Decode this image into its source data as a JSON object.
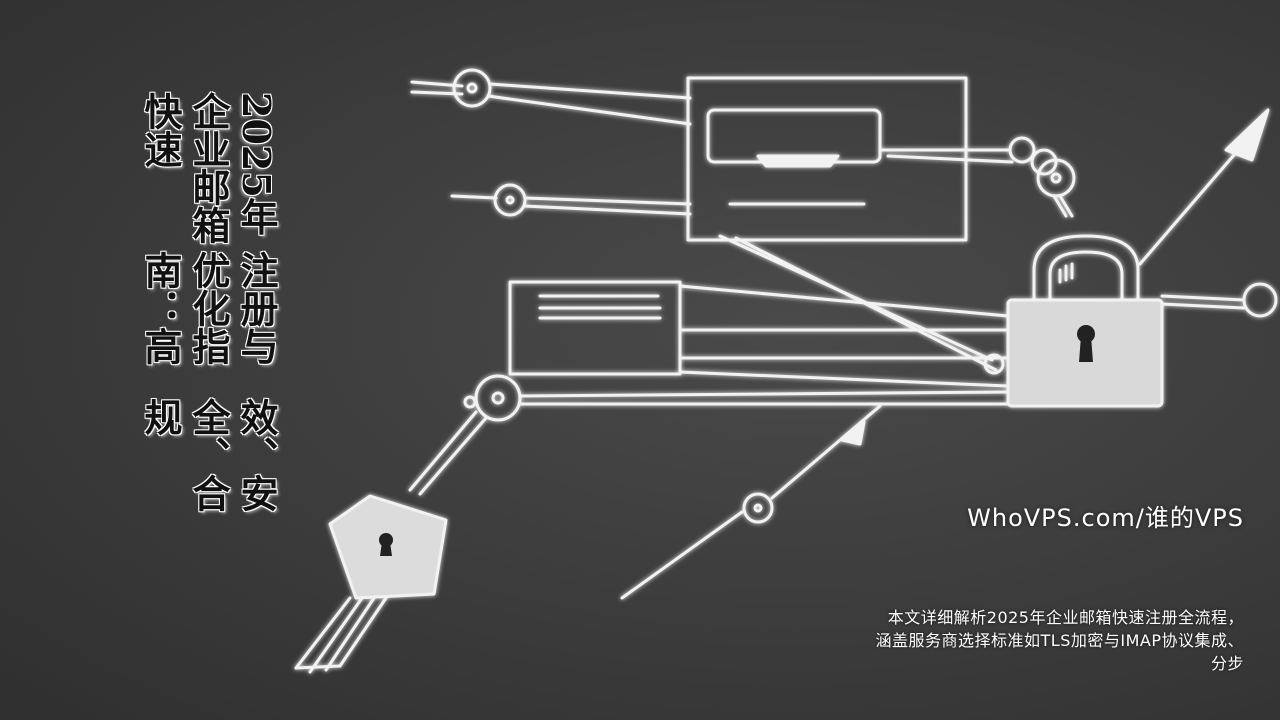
{
  "title": {
    "lines": [
      "2025年企业邮箱快速",
      "注册与优化指南：高",
      "效、安全、合规"
    ]
  },
  "site": {
    "label": "WhoVPS.com/谁的VPS"
  },
  "description": {
    "lines": [
      "本文详细解析2025年企业邮箱快速注册全流程，",
      "涵盖服务商选择标准如TLS加密与IMAP协议集成、",
      "分步"
    ]
  },
  "illustration": {
    "icons": [
      "padlock-icon",
      "key-icon",
      "envelope-icon",
      "arrow-icon"
    ],
    "line_color": "#ffffff",
    "background": "#3a3a3a"
  }
}
